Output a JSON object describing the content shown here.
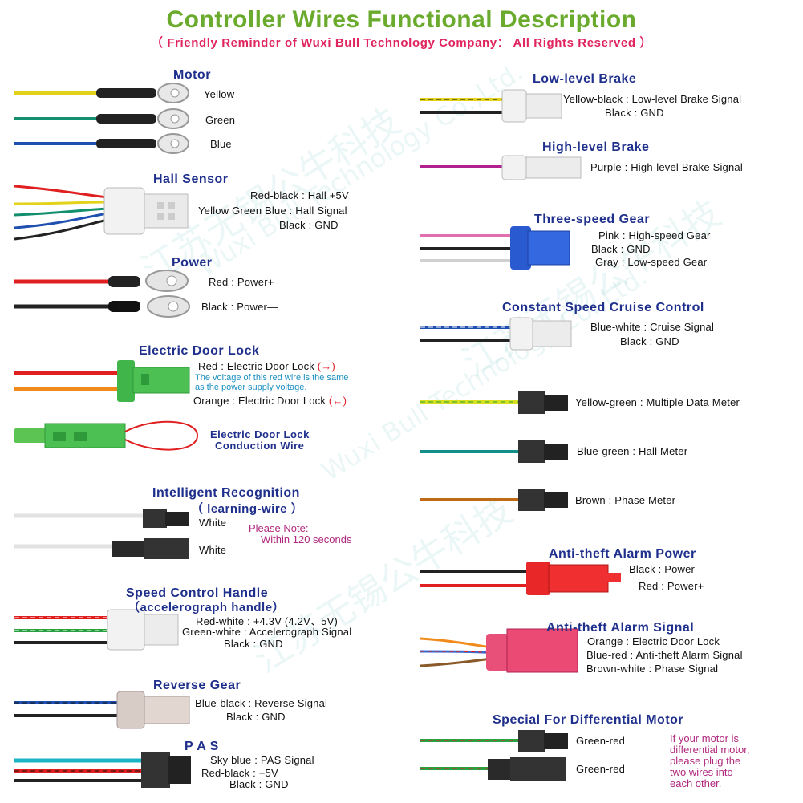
{
  "header": {
    "title": "Controller Wires Functional Description",
    "subtitle": "（ Friendly Reminder of Wuxi Bull Technology Company： All Rights Reserved ）"
  },
  "watermark": {
    "text_cn": "江苏无锡公牛科技",
    "text_en": "Wuxi Bull Technology Co.,Ltd."
  },
  "colors": {
    "title": "#6aaa2c",
    "subtitle": "#e0245e",
    "heading": "#1f2f8c",
    "note": "#1a8fc0",
    "please_note": "#b0287e"
  },
  "left": {
    "motor": {
      "title": "Motor",
      "labels": [
        "Yellow",
        "Green",
        "Blue"
      ]
    },
    "hall": {
      "title": "Hall  Sensor",
      "labels": [
        "Red-black : Hall +5V",
        "Yellow  Green  Blue : Hall Signal",
        "Black : GND"
      ]
    },
    "power": {
      "title": "Power",
      "labels": [
        "Red : Power+",
        "Black : Power—"
      ]
    },
    "door": {
      "title": "Electric Door Lock",
      "red_label": "Red : Electric Door Lock",
      "red_arrow": "(→)",
      "note1": "The voltage of this red wire is the same",
      "note2": "as the power supply voltage.",
      "orange_label": "Orange : Electric Door Lock",
      "orange_arrow": "(←)",
      "conduction1": "Electric Door Lock",
      "conduction2": "Conduction Wire"
    },
    "learn": {
      "title": "Intelligent  Recognition",
      "subtitle": "（ learning-wire ）",
      "labels": [
        "White",
        "White"
      ],
      "note_title": "Please Note:",
      "note_body": "Within 120 seconds"
    },
    "throttle": {
      "title": "Speed Control Handle",
      "subtitle": "（accelerograph handle）",
      "labels": [
        "Red-white : +4.3V (4.2V、5V)",
        "Green-white : Accelerograph Signal",
        "Black : GND"
      ]
    },
    "reverse": {
      "title": "Reverse  Gear",
      "labels": [
        "Blue-black : Reverse Signal",
        "Black : GND"
      ]
    },
    "pas": {
      "title": "P A S",
      "labels": [
        "Sky blue : PAS Signal",
        "Red-black : +5V",
        "Black : GND"
      ]
    }
  },
  "right": {
    "low_brake": {
      "title": "Low-level Brake",
      "labels": [
        "Yellow-black : Low-level Brake Signal",
        "Black : GND"
      ]
    },
    "high_brake": {
      "title": "High-level Brake",
      "labels": [
        "Purple : High-level Brake Signal"
      ]
    },
    "three_speed": {
      "title": "Three-speed Gear",
      "labels": [
        "Pink : High-speed Gear",
        "Black : GND",
        "Gray : Low-speed Gear"
      ]
    },
    "cruise": {
      "title": "Constant Speed Cruise Control",
      "labels": [
        "Blue-white : Cruise Signal",
        "Black : GND"
      ]
    },
    "meters": {
      "labels": [
        "Yellow-green : Multiple Data Meter",
        "Blue-green : Hall Meter",
        "Brown : Phase Meter"
      ]
    },
    "alarm_power": {
      "title": "Anti-theft Alarm Power",
      "labels": [
        "Black : Power—",
        "Red : Power+"
      ]
    },
    "alarm_signal": {
      "title": "Anti-theft Alarm Signal",
      "labels": [
        "Orange : Electric Door Lock",
        "Blue-red : Anti-theft Alarm Signal",
        "Brown-white : Phase Signal"
      ]
    },
    "diff": {
      "title": "Special For Differential Motor",
      "labels": [
        "Green-red",
        "Green-red"
      ],
      "note": [
        "If your motor is",
        "differential motor,",
        "please plug the",
        "two wires into",
        "each other."
      ]
    }
  }
}
